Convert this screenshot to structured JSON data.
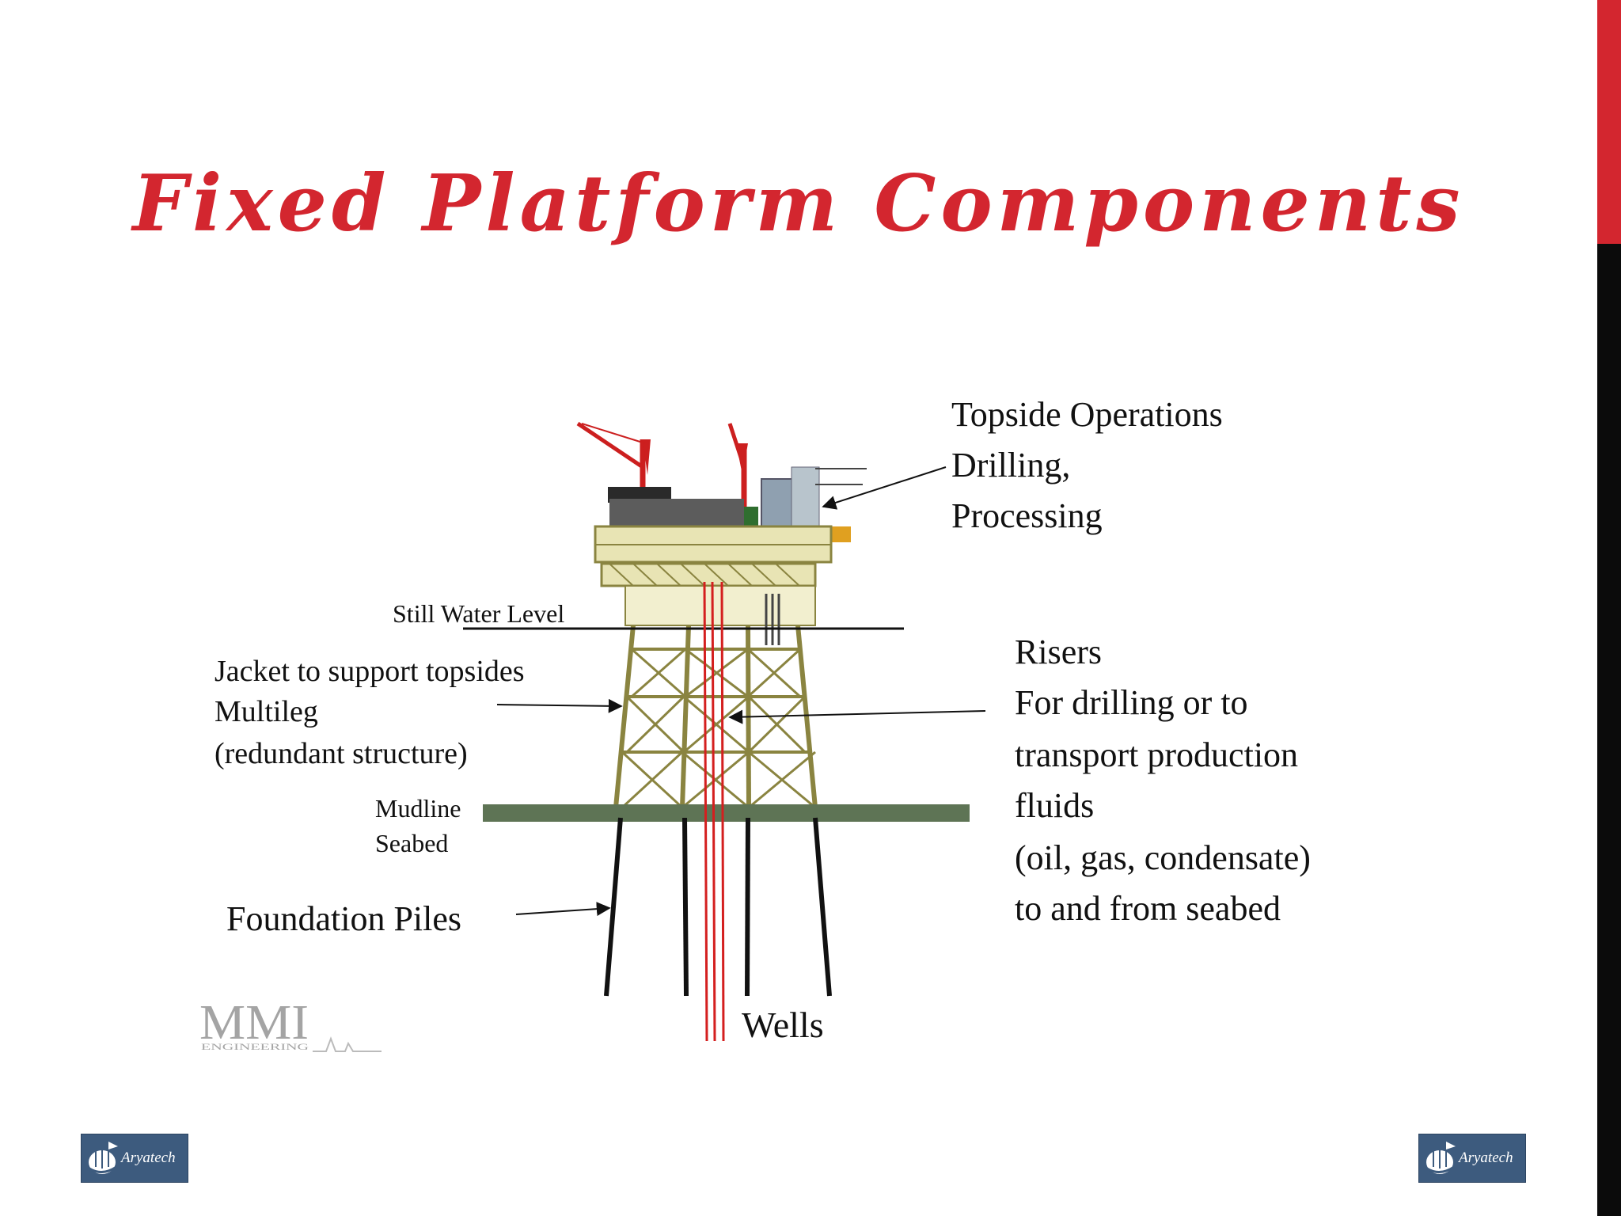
{
  "slide": {
    "title": "Fixed Platform Components",
    "accent_color": "#d3262f",
    "edge_colors": [
      "#d3262f",
      "#0b0b0b"
    ]
  },
  "diagram": {
    "labels": {
      "topside_line1": "Topside Operations",
      "topside_line2": "Drilling,",
      "topside_line3": "Processing",
      "still_water_level": "Still Water Level",
      "jacket_line1": "Jacket to support topsides",
      "jacket_line2": "Multileg",
      "jacket_line3": "(redundant structure)",
      "mudline": "Mudline",
      "seabed": "Seabed",
      "foundation_piles": "Foundation Piles",
      "risers_line1": "Risers",
      "risers_line2": "For drilling or to",
      "risers_line3": "transport production",
      "risers_line4": "fluids",
      "risers_line5": "(oil, gas, condensate)",
      "risers_line6": "to and from seabed",
      "wells": "Wells"
    },
    "watermark": {
      "logo_text": "MMI",
      "logo_subtext": "ENGINEERING"
    }
  },
  "footer": {
    "logo_left": {
      "name": "Aryatech",
      "icon": "ship-logo-icon"
    },
    "logo_right": {
      "name": "Aryatech",
      "icon": "ship-logo-icon"
    }
  }
}
